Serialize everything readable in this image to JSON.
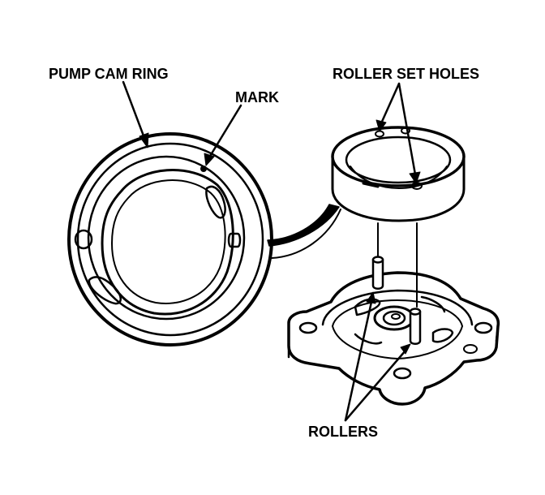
{
  "labels": {
    "cam_ring": "PUMP CAM RING",
    "mark": "MARK",
    "roller_set_holes": "ROLLER SET HOLES",
    "rollers": "ROLLERS"
  },
  "colors": {
    "ink": "#000000",
    "paper": "#ffffff"
  }
}
